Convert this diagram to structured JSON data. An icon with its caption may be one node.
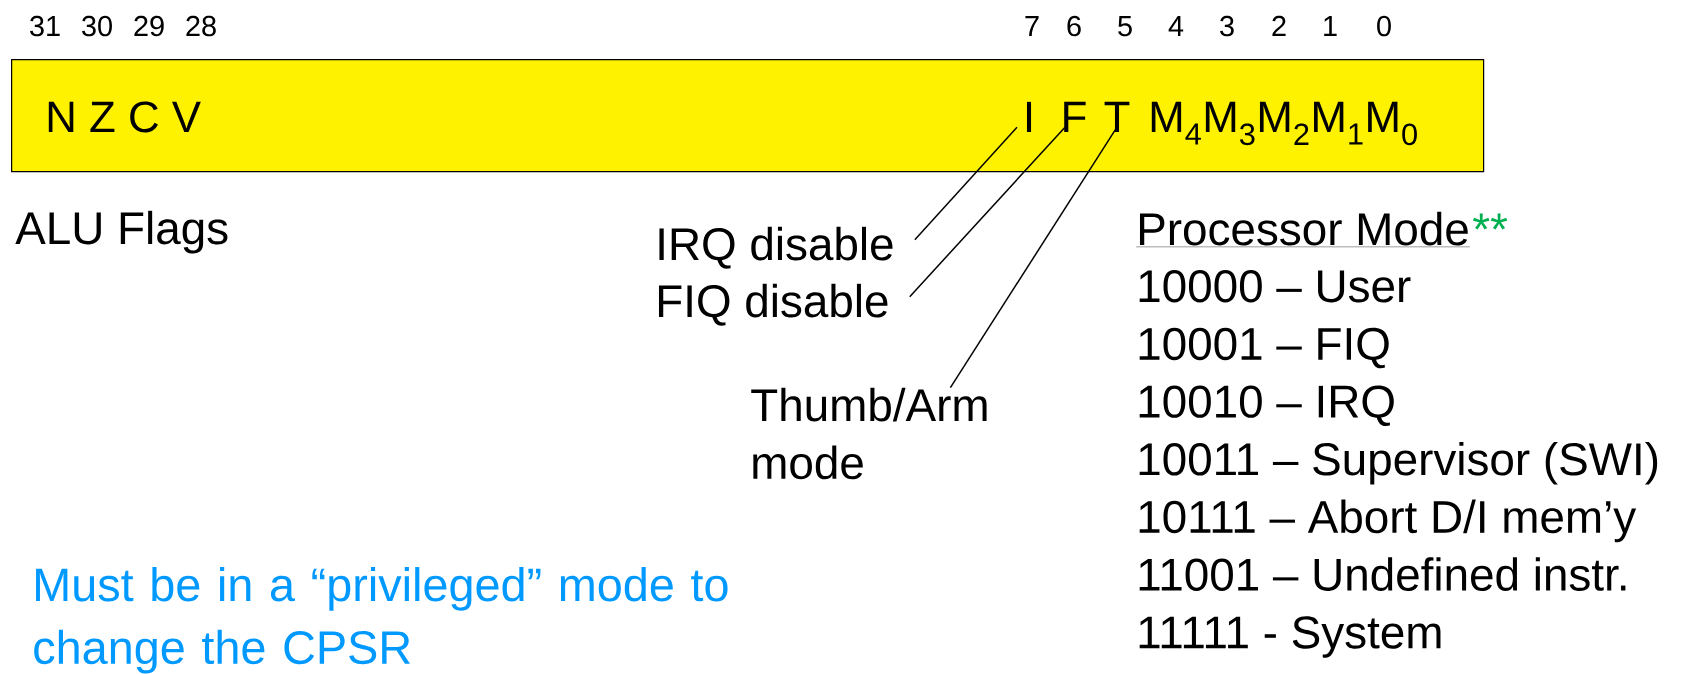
{
  "diagram": {
    "nodes": [
      {
        "text": [
          "N Z C V",
          "M$_{4}$M$_{3}$M$_{2}$M$_{1}$M$_{0}$"
        ]
      },
      {
        "text": [
          "I"
        ],
        "in": 0
      },
      {
        "text": [
          "F"
        ],
        "in": 0
      },
      {
        "text": [
          "T"
        ],
        "in": 0
      },
      {
        "text": [
          "IRQ disable"
        ]
      },
      {
        "text": [
          "FIQ disable"
        ]
      },
      {
        "text": [
          "Thumb/Arm mode"
        ]
      }
    ],
    "edges": [
      {
        "from": 4,
        "to": 1,
        "arrow": "none"
      },
      {
        "from": 5,
        "to": 2,
        "arrow": "none"
      },
      {
        "from": 6,
        "to": 3,
        "arrow": "none"
      }
    ],
    "labels": [
      "31",
      "30",
      "29",
      "28",
      "7",
      "6",
      "5",
      "4",
      "3",
      "2",
      "1",
      "0",
      "ALU Flags",
      "Processor Mode",
      "**",
      "10000 – User",
      "10001 – FIQ",
      "10010 – IRQ",
      "10011 – Supervisor (SWI)",
      "10111 – Abort D/I mem’y",
      "11001 – Undefined instr.",
      "11111 - System",
      "Must be in a “privileged” mode to change the CPSR"
    ]
  }
}
